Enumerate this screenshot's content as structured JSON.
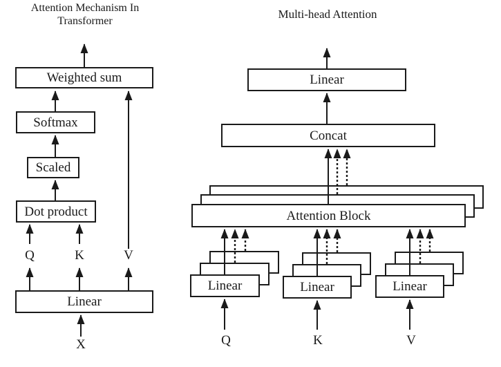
{
  "left_diagram": {
    "title_line1": "Attention Mechanism In",
    "title_line2": "Transformer",
    "boxes": {
      "weighted_sum": "Weighted sum",
      "softmax": "Softmax",
      "scaled": "Scaled",
      "dot_product": "Dot product",
      "linear": "Linear"
    },
    "labels": {
      "q": "Q",
      "k": "K",
      "v": "V",
      "x": "X"
    }
  },
  "right_diagram": {
    "title": "Multi-head Attention",
    "boxes": {
      "linear_output": "Linear",
      "concat": "Concat",
      "attention_block": "Attention Block",
      "linear_q": "Linear",
      "linear_k": "Linear",
      "linear_v": "Linear"
    },
    "labels": {
      "q": "Q",
      "k": "K",
      "v": "V"
    }
  },
  "colors": {
    "ink": "#1a1a1a",
    "background": "#ffffff"
  }
}
